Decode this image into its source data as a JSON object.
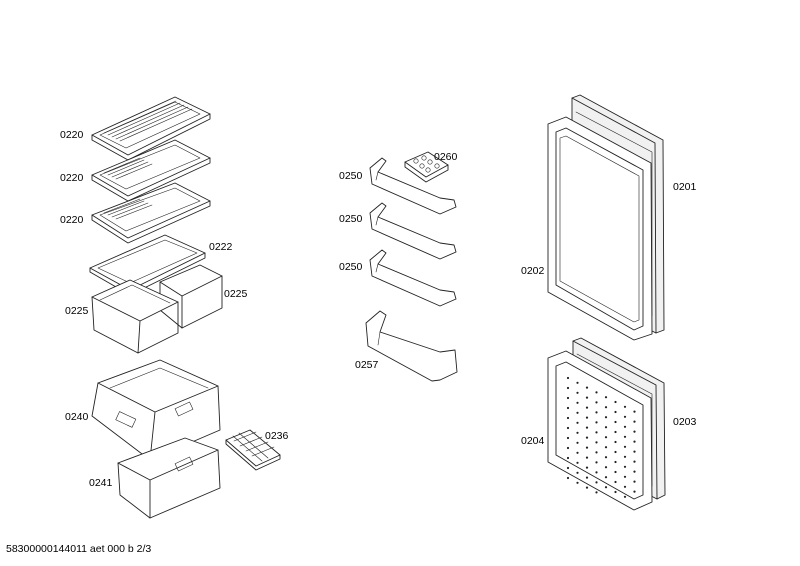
{
  "parts": {
    "shelf_1": "0220",
    "shelf_2": "0220",
    "shelf_3": "0220",
    "glass_shelf": "0222",
    "crisper_left": "0225",
    "crisper_right": "0225",
    "freezer_drawer_upper": "0240",
    "freezer_drawer_lower": "0241",
    "ice_tray": "0236",
    "door_shelf_1": "0250",
    "door_shelf_2": "0250",
    "door_shelf_3": "0250",
    "door_shelf_bottle": "0257",
    "egg_tray": "0260",
    "upper_door": "0201",
    "upper_door_seal": "0202",
    "lower_door": "0203",
    "lower_door_seal": "0204"
  },
  "footer": {
    "doc_ref": "58300000144011 aet 000 b 2/3"
  }
}
